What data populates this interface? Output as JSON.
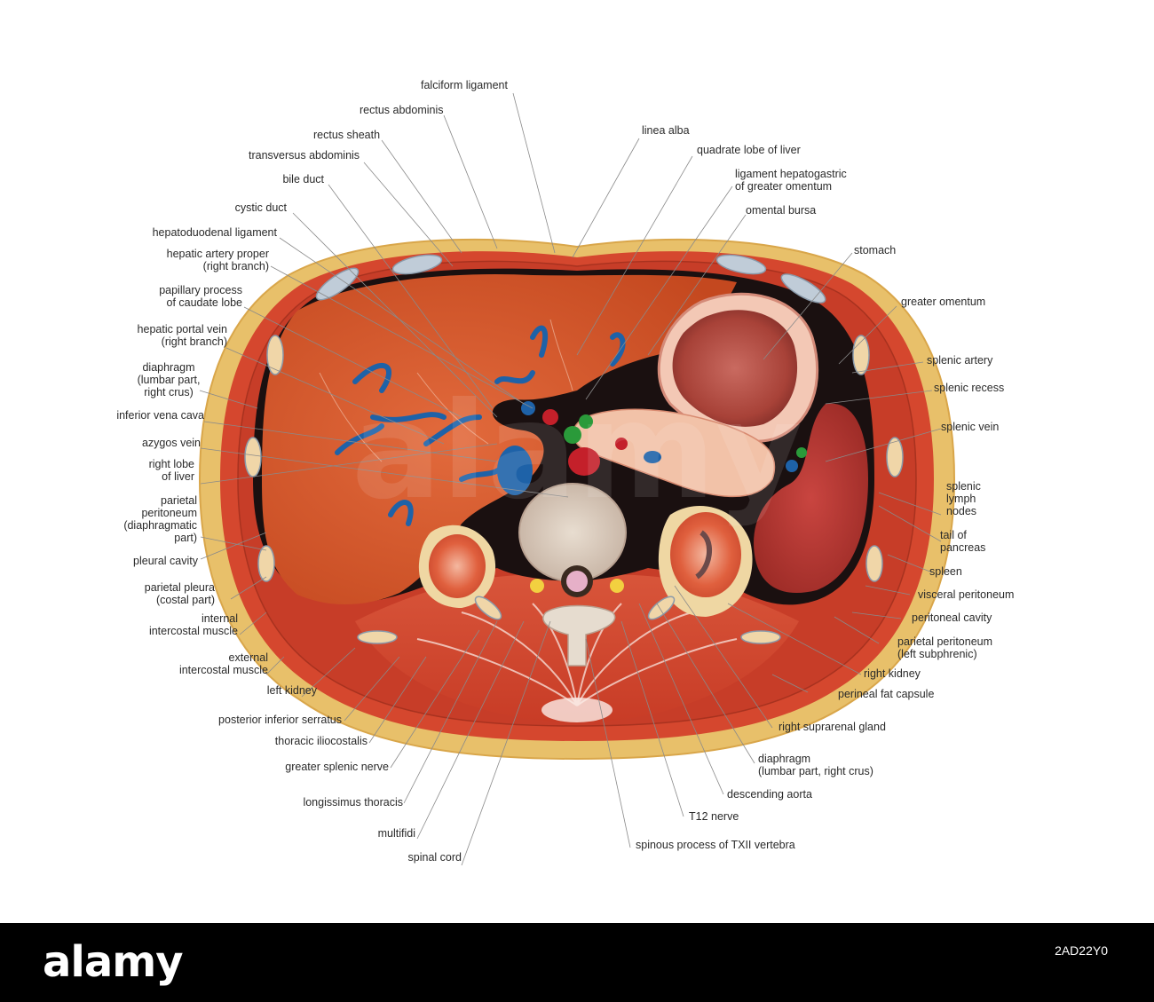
{
  "labels_left": [
    {
      "id": "rectus-abdominis",
      "lines": [
        "rectus abdominis"
      ]
    },
    {
      "id": "rectus-sheath",
      "lines": [
        "rectus sheath"
      ]
    },
    {
      "id": "transversus-abdominis",
      "lines": [
        "transversus abdominis"
      ]
    },
    {
      "id": "bile-duct",
      "lines": [
        "bile duct"
      ]
    },
    {
      "id": "cystic-duct",
      "lines": [
        "cystic duct"
      ]
    },
    {
      "id": "hepatoduodenal-ligament",
      "lines": [
        "hepatoduodenal ligament"
      ]
    },
    {
      "id": "hepatic-artery-proper",
      "lines": [
        "hepatic artery proper",
        "(right branch)"
      ]
    },
    {
      "id": "papillary-process",
      "lines": [
        "papillary process",
        "of caudate lobe"
      ]
    },
    {
      "id": "hepatic-portal-vein",
      "lines": [
        "hepatic portal vein",
        "(right branch)"
      ]
    },
    {
      "id": "diaphragm-lumbar-right",
      "lines": [
        "diaphragm",
        "(lumbar part,",
        "right crus)"
      ]
    },
    {
      "id": "inferior-vena-cava",
      "lines": [
        "inferior vena cava"
      ]
    },
    {
      "id": "azygos-vein",
      "lines": [
        "azygos vein"
      ]
    },
    {
      "id": "right-lobe-liver",
      "lines": [
        "right lobe",
        "of liver"
      ]
    },
    {
      "id": "parietal-peritoneum-diaphragmatic",
      "lines": [
        "parietal",
        "peritoneum",
        "(diaphragmatic",
        "part)"
      ]
    },
    {
      "id": "pleural-cavity",
      "lines": [
        "pleural cavity"
      ]
    },
    {
      "id": "parietal-pleura",
      "lines": [
        "parietal pleura",
        "(costal part)"
      ]
    },
    {
      "id": "internal-intercostal",
      "lines": [
        "internal",
        "intercostal muscle"
      ]
    },
    {
      "id": "external-intercostal",
      "lines": [
        "external",
        "intercostal muscle"
      ]
    },
    {
      "id": "left-kidney",
      "lines": [
        "left kidney"
      ]
    },
    {
      "id": "posterior-inferior-serratus",
      "lines": [
        "posterior inferior serratus"
      ]
    },
    {
      "id": "thoracic-iliocostalis",
      "lines": [
        "thoracic iliocostalis"
      ]
    },
    {
      "id": "greater-splenic-nerve",
      "lines": [
        "greater splenic nerve"
      ]
    },
    {
      "id": "longissimus-thoracis",
      "lines": [
        "longissimus thoracis"
      ]
    },
    {
      "id": "multifidi",
      "lines": [
        "multifidi"
      ]
    },
    {
      "id": "spinal-cord",
      "lines": [
        "spinal cord"
      ]
    }
  ],
  "labels_right": [
    {
      "id": "falciform-ligament",
      "lines": [
        "falciform ligament"
      ]
    },
    {
      "id": "linea-alba",
      "lines": [
        "linea alba"
      ]
    },
    {
      "id": "quadrate-lobe",
      "lines": [
        "quadrate lobe of liver"
      ]
    },
    {
      "id": "ligament-hepatogastric",
      "lines": [
        "ligament hepatogastric",
        "of greater omentum"
      ]
    },
    {
      "id": "omental-bursa",
      "lines": [
        "omental bursa"
      ]
    },
    {
      "id": "stomach",
      "lines": [
        "stomach"
      ]
    },
    {
      "id": "greater-omentum",
      "lines": [
        "greater omentum"
      ]
    },
    {
      "id": "splenic-artery",
      "lines": [
        "splenic artery"
      ]
    },
    {
      "id": "splenic-recess",
      "lines": [
        "splenic recess"
      ]
    },
    {
      "id": "splenic-vein",
      "lines": [
        "splenic vein"
      ]
    },
    {
      "id": "splenic-lymph-nodes",
      "lines": [
        "splenic",
        "lymph",
        "nodes"
      ]
    },
    {
      "id": "tail-of-pancreas",
      "lines": [
        "tail of",
        "pancreas"
      ]
    },
    {
      "id": "spleen",
      "lines": [
        "spleen"
      ]
    },
    {
      "id": "visceral-peritoneum",
      "lines": [
        "visceral peritoneum"
      ]
    },
    {
      "id": "peritoneal-cavity",
      "lines": [
        "peritoneal cavity"
      ]
    },
    {
      "id": "parietal-peritoneum-subphrenic",
      "lines": [
        "parietal peritoneum",
        "(left subphrenic)"
      ]
    },
    {
      "id": "right-kidney",
      "lines": [
        "right kidney"
      ]
    },
    {
      "id": "perineal-fat-capsule",
      "lines": [
        "perineal fat capsule"
      ]
    },
    {
      "id": "right-suprarenal-gland",
      "lines": [
        "right suprarenal gland"
      ]
    },
    {
      "id": "diaphragm-lumbar-right-crus",
      "lines": [
        "diaphragm",
        "(lumbar part, right crus)"
      ]
    },
    {
      "id": "descending-aorta",
      "lines": [
        "descending aorta"
      ]
    },
    {
      "id": "t12-nerve",
      "lines": [
        "T12 nerve"
      ]
    },
    {
      "id": "spinous-process",
      "lines": [
        "spinous process of TXII vertebra"
      ]
    }
  ],
  "watermark": "alamy",
  "footer": {
    "brand": "alamy",
    "image_id": "2AD22Y0"
  },
  "colors": {
    "fat": "#e8c06a",
    "muscle": "#d4452e",
    "liver": "#d9582f",
    "stomach": "#a8423a",
    "spleen": "#b8342d",
    "vein": "#1e62a8",
    "line": "#888888"
  }
}
